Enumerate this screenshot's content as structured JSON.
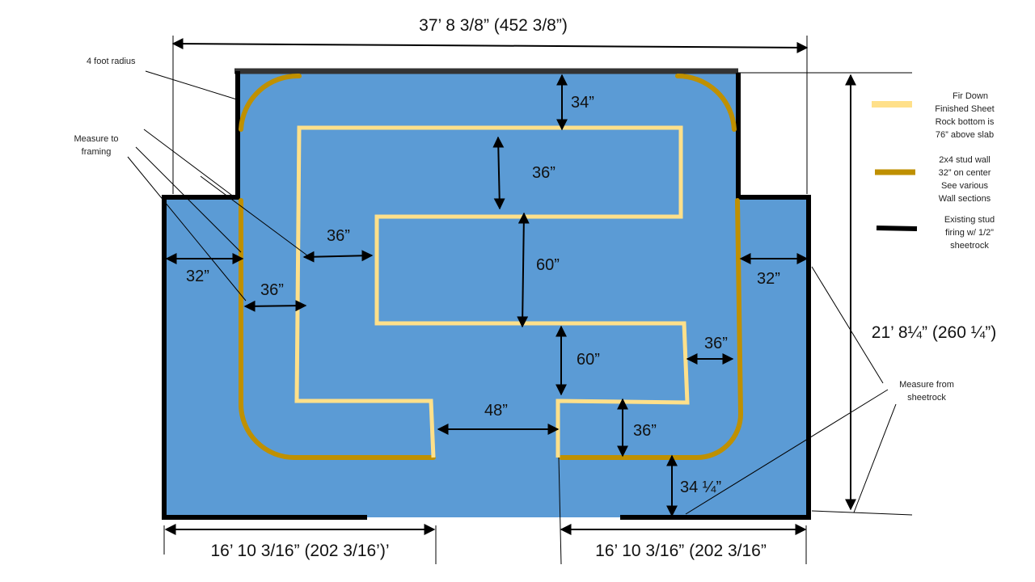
{
  "colors": {
    "floor": "#5B9BD5",
    "fir_down": "#FFE08A",
    "stud_wall": "#BF9000",
    "existing": "#000000"
  },
  "dimensions": {
    "overall_width": "37’ 8 3/8” (452 3/8”)",
    "overall_height": "21’ 8¼” (260 ¼”)",
    "bottom_left": "16’ 10 3/16” (202 3/16’)’",
    "bottom_right": "16’ 10 3/16” (202 3/16”",
    "top_gap": "34”",
    "upper_gap": "36”",
    "left_inner": "36”",
    "left_outer": "36”",
    "left_alcove": "32”",
    "right_alcove": "32”",
    "center_60": "60”",
    "lower_60": "60”",
    "right_gap": "36”",
    "opening": "48”",
    "lower_right": "36”",
    "bottom_gap": "34 ¼”"
  },
  "notes": {
    "radius": "4 foot radius",
    "framing": [
      "Measure to",
      "framing"
    ],
    "sheetrock": [
      "Measure from",
      "sheetrock"
    ]
  },
  "legend": [
    {
      "icon": "fir-down-line-icon",
      "lines": [
        "Fir Down",
        "Finished Sheet",
        "Rock bottom is",
        "76” above slab"
      ]
    },
    {
      "icon": "stud-wall-line-icon",
      "lines": [
        "2x4 stud wall",
        "32” on center",
        "See various",
        "Wall sections"
      ]
    },
    {
      "icon": "existing-wall-line-icon",
      "lines": [
        "Existing stud",
        "firing w/ 1/2”",
        "sheetrock"
      ]
    }
  ]
}
